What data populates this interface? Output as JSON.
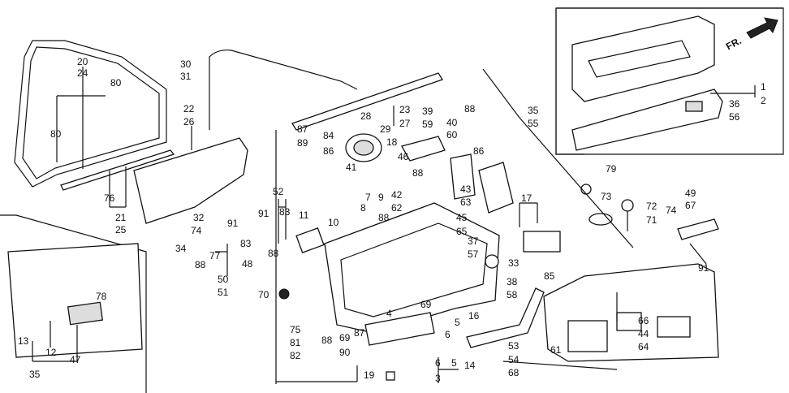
{
  "direction_label": "FR.",
  "callouts": [
    "20",
    "24",
    "80",
    "80",
    "76",
    "21",
    "25",
    "22",
    "26",
    "30",
    "31",
    "23",
    "27",
    "28",
    "29",
    "87",
    "89",
    "84",
    "86",
    "18",
    "41",
    "39",
    "59",
    "46",
    "88",
    "40",
    "60",
    "88",
    "86",
    "35",
    "55",
    "43",
    "63",
    "79",
    "1",
    "2",
    "36",
    "56",
    "32",
    "34",
    "74",
    "88",
    "77",
    "91",
    "83",
    "48",
    "50",
    "51",
    "52",
    "83",
    "91",
    "11",
    "88",
    "70",
    "75",
    "81",
    "82",
    "10",
    "8",
    "7",
    "9",
    "42",
    "62",
    "88",
    "45",
    "65",
    "37",
    "57",
    "33",
    "38",
    "58",
    "4",
    "69",
    "87",
    "88",
    "69",
    "5",
    "6",
    "16",
    "6",
    "5",
    "3",
    "90",
    "19",
    "14",
    "53",
    "54",
    "68",
    "85",
    "17",
    "73",
    "72",
    "71",
    "49",
    "67",
    "74",
    "91",
    "61",
    "66",
    "44",
    "64",
    "78",
    "13",
    "12",
    "47",
    "35"
  ]
}
